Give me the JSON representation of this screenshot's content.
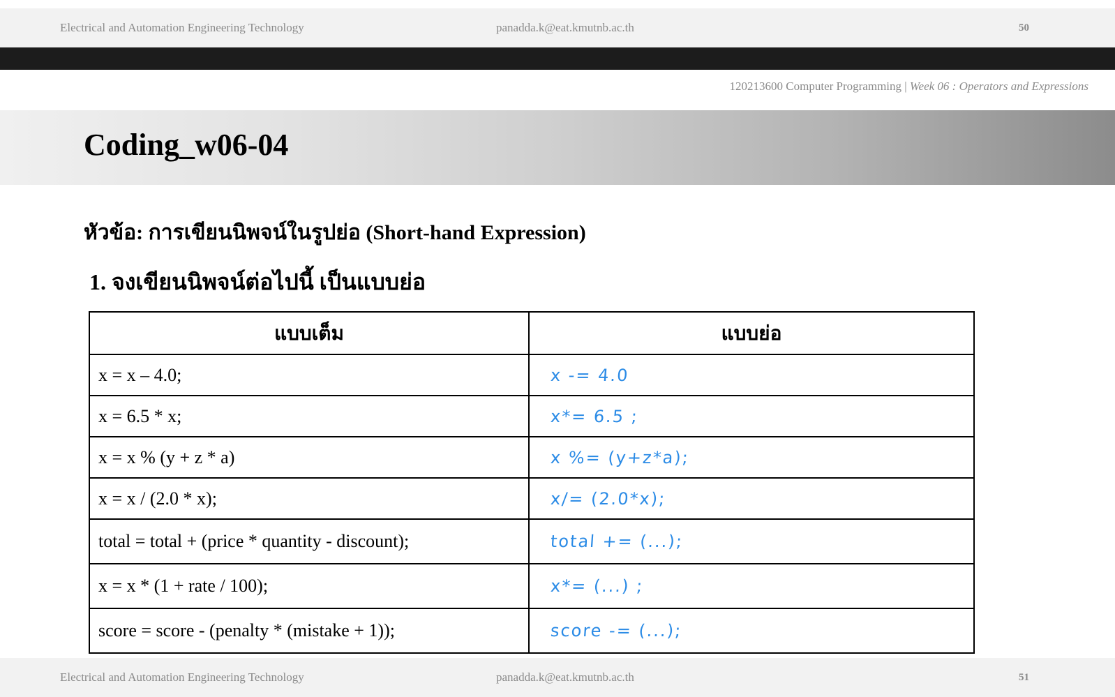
{
  "header": {
    "department": "Electrical and Automation Engineering Technology",
    "email": "panadda.k@eat.kmutnb.ac.th",
    "page_number": "50"
  },
  "course": {
    "code_name": "120213600 Computer Programming",
    "separator": "|",
    "week": "Week 06 : Operators and Expressions"
  },
  "slide": {
    "title": "Coding_w06-04",
    "topic": "หัวข้อ: การเขียนนิพจน์ในรูปย่อ (Short-hand Expression)",
    "question": "1. จงเขียนนิพจน์ต่อไปนี้ เป็นแบบย่อ"
  },
  "table": {
    "headers": [
      "แบบเต็ม",
      "แบบย่อ"
    ],
    "rows": [
      {
        "full": "x = x – 4.0;",
        "short": "x -= 4.0"
      },
      {
        "full": "x = 6.5 * x;",
        "short": "x*= 6.5 ;"
      },
      {
        "full": "x = x % (y + z * a)",
        "short": "x %= (y+z*a);"
      },
      {
        "full": "x = x / (2.0 * x);",
        "short": "x/= (2.0*x);"
      },
      {
        "full": "total = total + (price * quantity - discount);",
        "short": "total += (...);"
      },
      {
        "full": "x = x * (1 + rate / 100);",
        "short": "x*= (...) ;"
      },
      {
        "full": "score = score - (penalty * (mistake + 1));",
        "short": "score -= (...);"
      }
    ]
  },
  "footer": {
    "department": "Electrical and Automation Engineering Technology",
    "email": "panadda.k@eat.kmutnb.ac.th",
    "page_number": "51"
  }
}
